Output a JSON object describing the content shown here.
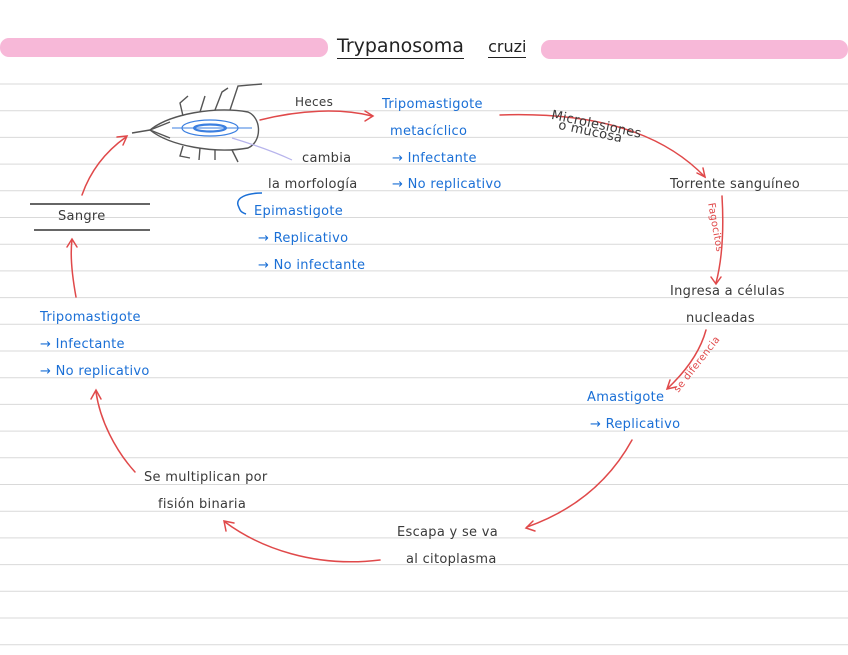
{
  "title": {
    "word1": "Trypanosoma",
    "word2": "cruzi"
  },
  "colors": {
    "highlight": "#f7b8d8",
    "line": "#d9d9d9",
    "arrow": "#e0494a",
    "blue_text": "#1a6fd6",
    "dark_text": "#3a3a3a"
  },
  "vector": {
    "icon": "triatomine-bug-icon"
  },
  "labels": {
    "heces": "Heces",
    "cambia": "cambia",
    "morfologia": "la morfología",
    "microlesiones": "Microlesiones",
    "mucosa": "o mucosa",
    "torrente": "Torrente sanguíneo",
    "fagocitos": "Fagocitos",
    "ingresa1": "Ingresa a células",
    "ingresa2": "nucleadas",
    "diferencia": "se diferencia",
    "escapa1": "Escapa y se va",
    "escapa2": "al citoplasma",
    "multiplican1": "Se multiplican por",
    "multiplican2": "fisión binaria",
    "sangre": "Sangre"
  },
  "stages": {
    "tripo_metaciclico": {
      "name": "Tripomastigote",
      "name2": "metacíclico",
      "items": [
        "→ Infectante",
        "→ No replicativo"
      ]
    },
    "epimastigote": {
      "name": "Epimastigote",
      "items": [
        "→ Replicativo",
        "→ No infectante"
      ]
    },
    "amastigote": {
      "name": "Amastigote",
      "items": [
        "→ Replicativo"
      ]
    },
    "tripomastigote": {
      "name": "Tripomastigote",
      "items": [
        "→ Infectante",
        "→ No replicativo"
      ]
    }
  }
}
